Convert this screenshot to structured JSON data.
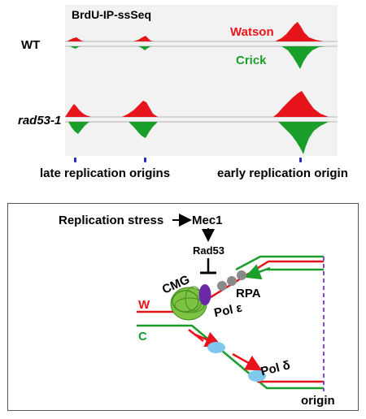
{
  "top_panel": {
    "title": "BrdU-IP-ssSeq",
    "tracks": [
      {
        "label": "WT"
      },
      {
        "label": "rad53-1"
      }
    ],
    "strands": {
      "watson": {
        "label": "Watson",
        "color": "#e8141c"
      },
      "crick": {
        "label": "Crick",
        "color": "#1a9e2a"
      }
    },
    "origin_labels": {
      "late": "late replication origins",
      "early": "early replication origin"
    },
    "marker_color": "#2b2bb8",
    "background": "#f2f2f2"
  },
  "bottom_panel": {
    "stress_label": "Replication stress",
    "mec1_label": "Mec1",
    "rad53_label": "Rad53",
    "cmg_label": "CMG",
    "pol_epsilon_label": "Pol ε",
    "rpa_label": "RPA",
    "watson_label": "W",
    "crick_label": "C",
    "pol_delta_label": "Pol δ",
    "origin_label": "origin",
    "colors": {
      "watson": "#e8141c",
      "crick": "#1a9e2a",
      "cmg": "#7dc242",
      "pol_epsilon": "#6a2aa8",
      "rpa": "#8a8a8a",
      "pol_delta": "#7ec8ef",
      "origin_line": "#8a4ac8"
    }
  }
}
